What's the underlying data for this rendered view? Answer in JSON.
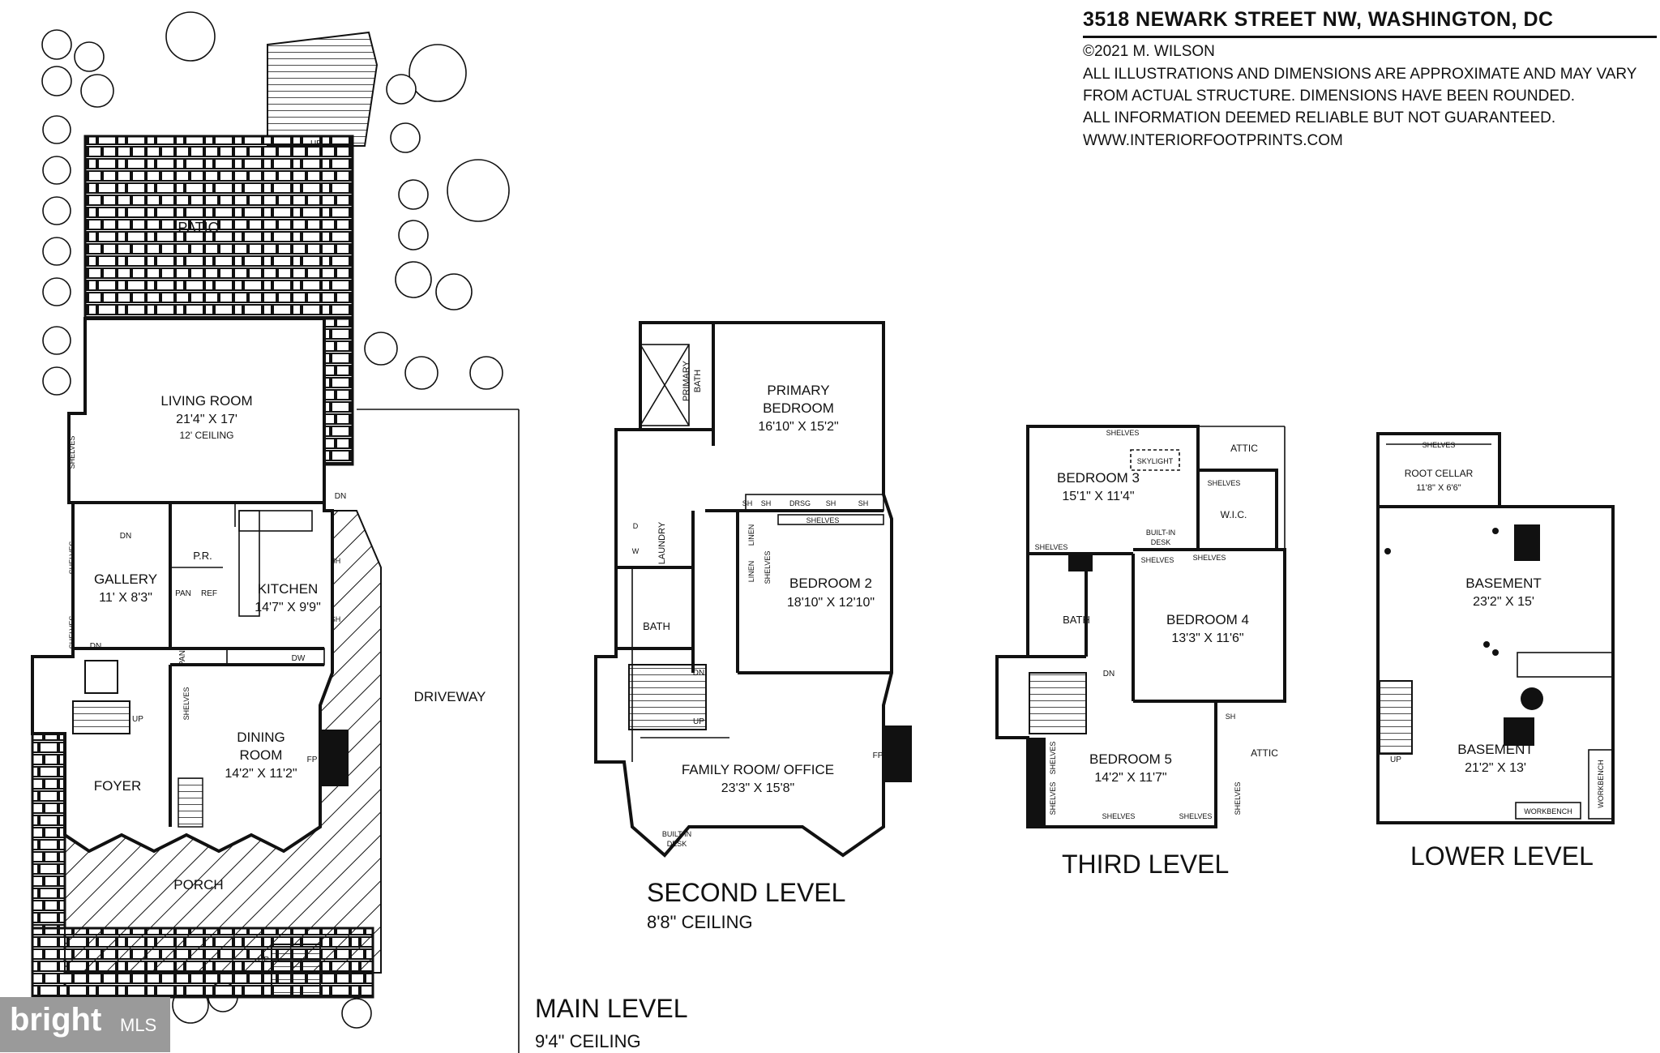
{
  "header": {
    "address": "3518 NEWARK STREET NW, WASHINGTON, DC",
    "copyright": "©2021 M. WILSON",
    "disclaimer_1": "ALL ILLUSTRATIONS AND DIMENSIONS ARE APPROXIMATE AND MAY VARY",
    "disclaimer_2": "FROM ACTUAL STRUCTURE. DIMENSIONS HAVE BEEN ROUNDED.",
    "disclaimer_3": "ALL INFORMATION DEEMED RELIABLE BUT NOT GUARANTEED.",
    "website": "WWW.INTERIORFOOTPRINTS.COM"
  },
  "main_level": {
    "title": "MAIN LEVEL",
    "ceiling": "9'4\" CEILING",
    "patio": "PATIO",
    "up": "UP",
    "dn": "DN",
    "living_room": "LIVING ROOM",
    "living_room_dim": "21'4\" X 17'",
    "living_room_ceiling": "12' CEILING",
    "gallery": "GALLERY",
    "gallery_dim": "11' X 8'3\"",
    "kitchen": "KITCHEN",
    "kitchen_dim": "14'7\" X 9'9\"",
    "pr": "P.R.",
    "pan": "PAN",
    "ref": "REF",
    "dw": "DW",
    "sh": "SH",
    "shelves": "SHELVES",
    "foyer": "FOYER",
    "dining_room": "DINING",
    "dining_room_2": "ROOM",
    "dining_room_dim": "14'2\" X 11'2\"",
    "fp": "FP",
    "porch": "PORCH",
    "driveway": "DRIVEWAY"
  },
  "second_level": {
    "title": "SECOND LEVEL",
    "ceiling": "8'8\" CEILING",
    "primary_bedroom": "PRIMARY",
    "primary_bedroom_2": "BEDROOM",
    "primary_bedroom_dim": "16'10\" X 15'2\"",
    "primary_bath": "PRIMARY",
    "primary_bath_2": "BATH",
    "sh": "SH",
    "drsg": "DRSG",
    "shelves": "SHELVES",
    "laundry": "LAUNDRY",
    "d": "D",
    "w": "W",
    "linen": "LINEN",
    "bath": "BATH",
    "bedroom_2": "BEDROOM 2",
    "bedroom_2_dim": "18'10\" X 12'10\"",
    "dn": "DN",
    "up": "UP",
    "family_room": "FAMILY ROOM/ OFFICE",
    "family_room_dim": "23'3\" X 15'8\"",
    "fp": "FP",
    "built_in": "BUILT-IN",
    "desk": "DESK"
  },
  "third_level": {
    "title": "THIRD LEVEL",
    "shelves": "SHELVES",
    "skylight": "SKYLIGHT",
    "attic": "ATTIC",
    "bedroom_3": "BEDROOM 3",
    "bedroom_3_dim": "15'1\" X 11'4\"",
    "wic": "W.I.C.",
    "built_in": "BUILT-IN",
    "desk": "DESK",
    "bath": "BATH",
    "bedroom_4": "BEDROOM 4",
    "bedroom_4_dim": "13'3\" X 11'6\"",
    "dn": "DN",
    "sh": "SH",
    "bedroom_5": "BEDROOM 5",
    "bedroom_5_dim": "14'2\" X 11'7\""
  },
  "lower_level": {
    "title": "LOWER LEVEL",
    "shelves": "SHELVES",
    "root_cellar": "ROOT CELLAR",
    "root_cellar_dim": "11'8\" X 6'6\"",
    "basement": "BASEMENT",
    "basement_dim_1": "23'2\" X 15'",
    "basement_dim_2": "21'2\" X 13'",
    "up": "UP",
    "workbench": "WORKBENCH"
  },
  "logo": {
    "brand": "bright",
    "suffix": "MLS"
  }
}
